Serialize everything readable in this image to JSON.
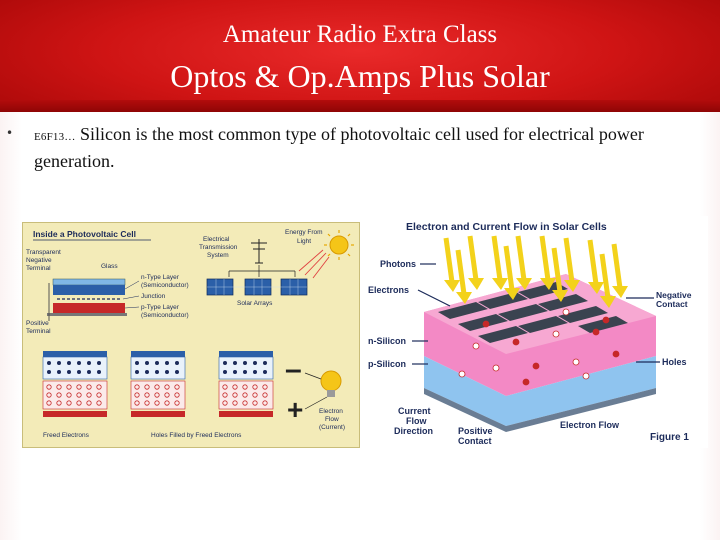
{
  "slide": {
    "subtitle": "Amateur Radio Extra Class",
    "title": "Optos & Op.Amps Plus Solar"
  },
  "bullet": {
    "marker": "•",
    "question_id": "E6F13…",
    "text": " Silicon is the most common type of photovoltaic cell used for electrical power generation."
  },
  "figure_left": {
    "title": "Inside a Photovoltaic Cell",
    "transparent_terminal": [
      "Transparent",
      "Negative",
      "Terminal"
    ],
    "glass": "Glass",
    "n_layer": [
      "n-Type Layer",
      "(Semiconductor)"
    ],
    "junction": "Junction",
    "p_layer": [
      "p-Type Layer",
      "(Semiconductor)"
    ],
    "positive_terminal": [
      "Positive",
      "Terminal"
    ],
    "transmission": [
      "Electrical",
      "Transmission",
      "System"
    ],
    "energy_light": [
      "Energy From",
      "Light"
    ],
    "solar_arrays": "Solar Arrays",
    "freed_electrons": "Freed Electrons",
    "holes_filled": "Holes Filled by Freed Electrons",
    "electron_flow": [
      "Electron",
      "Flow",
      "(Current)"
    ],
    "minus": "–",
    "plus": "+"
  },
  "figure_right": {
    "title": "Electron and Current Flow in Solar Cells",
    "photons": "Photons",
    "electrons": "Electrons",
    "n_silicon": "n-Silicon",
    "p_silicon": "p-Silicon",
    "negative_contact": [
      "Negative",
      "Contact"
    ],
    "holes": "Holes",
    "current_flow": [
      "Current",
      "Flow",
      "Direction"
    ],
    "positive_contact": [
      "Positive",
      "Contact"
    ],
    "electron_flow": "Electron Flow",
    "figure_label": "Figure 1"
  },
  "colors": {
    "header_red": "#d51a1a",
    "panel_cream": "#f3ebb8",
    "n_layer_blue": "#2b5fa8",
    "p_layer_red": "#c62828",
    "cell_pink": "#f06bb7",
    "cell_blue": "#8fc4ef",
    "arrow_yellow": "#f3d21b",
    "label_navy": "#1c2b5a"
  }
}
